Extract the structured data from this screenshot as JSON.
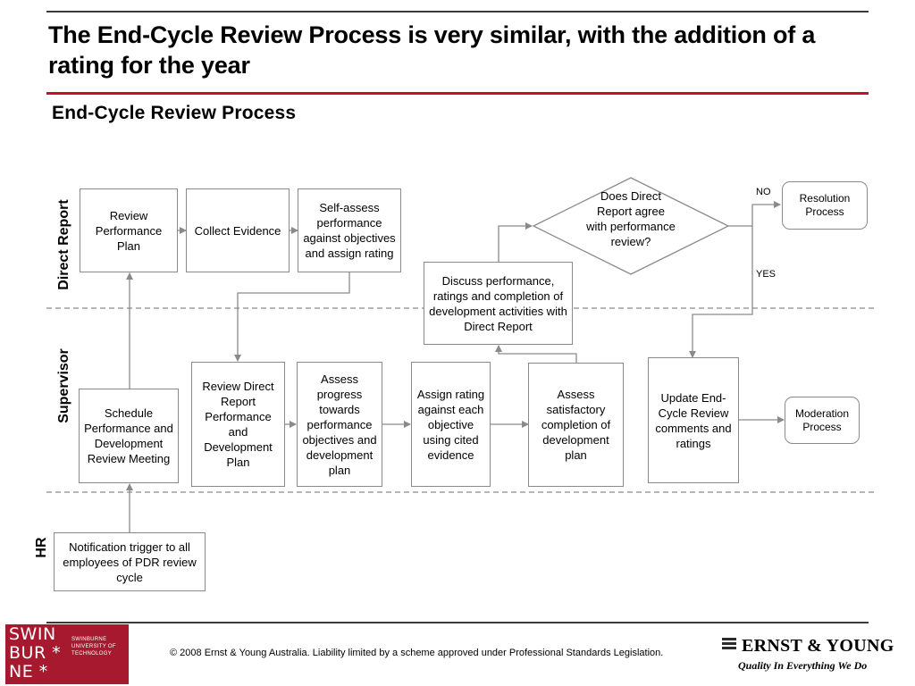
{
  "title": "The End-Cycle Review Process is very similar, with the addition of a rating for the year",
  "subtitle": "End-Cycle Review Process",
  "lanes": {
    "direct_report": "Direct Report",
    "supervisor": "Supervisor",
    "hr": "HR"
  },
  "boxes": {
    "review_plan": "Review Performance Plan",
    "collect_evidence": "Collect Evidence",
    "self_assess": "Self-assess performance against objectives and assign rating",
    "discuss": "Discuss performance, ratings and completion of development activities with Direct Report",
    "decision": "Does Direct Report agree with performance review?",
    "resolution": "Resolution Process",
    "schedule": "Schedule Performance and Development Review Meeting",
    "review_direct": "Review Direct Report Performance and Development Plan",
    "assess_progress": "Assess progress towards performance objectives and development plan",
    "assign_rating": "Assign rating against each objective using cited evidence",
    "assess_dev": "Assess satisfactory completion of development plan",
    "update": "Update End-Cycle Review comments and ratings",
    "moderation": "Moderation Process",
    "notification": "Notification trigger to all employees of PDR review cycle"
  },
  "labels": {
    "no": "NO",
    "yes": "YES"
  },
  "footer": {
    "copyright": "© 2008 Ernst & Young Australia. Liability limited by a scheme approved under Professional Standards Legislation.",
    "swin_letters": "SWIN BUR * NE *",
    "swin_name": "SWINBURNE UNIVERSITY OF TECHNOLOGY",
    "ey_name": "ERNST & YOUNG",
    "ey_tagline": "Quality In Everything We Do"
  },
  "colors": {
    "accent_red": "#c8102e",
    "swinburne_red": "#a6192e",
    "line_gray": "#8a8a8a"
  }
}
